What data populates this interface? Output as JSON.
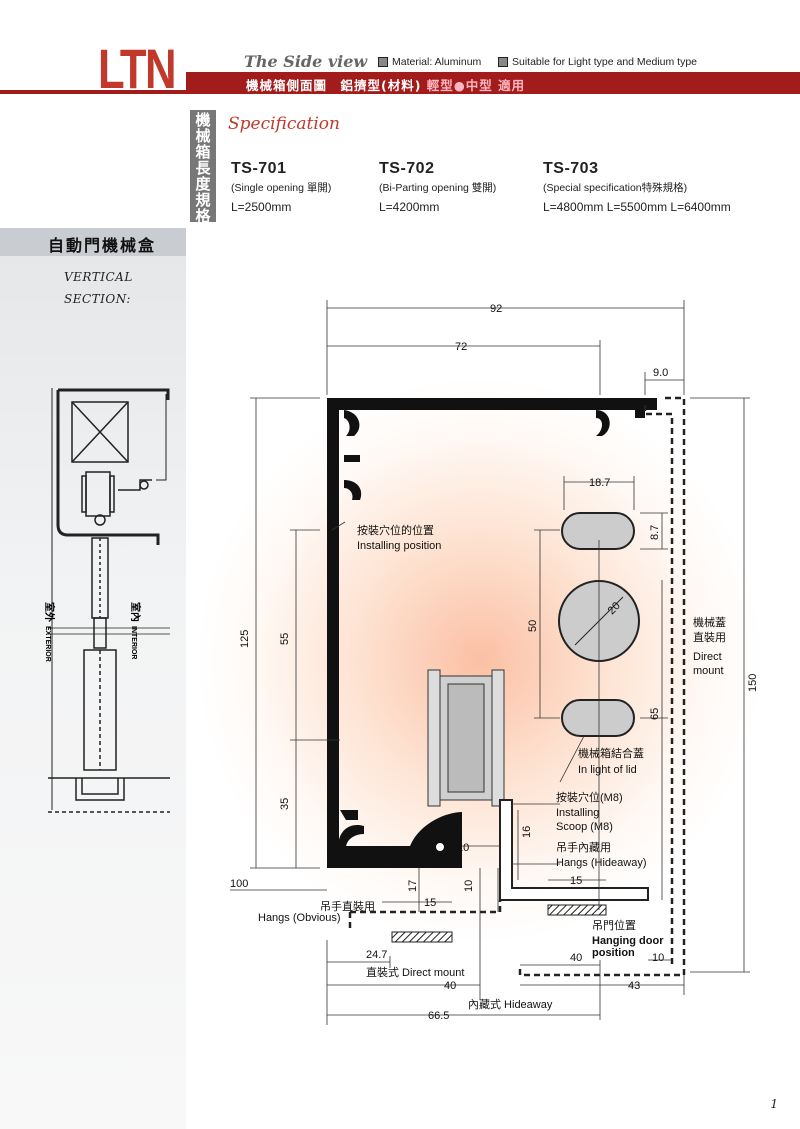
{
  "header": {
    "logo": "LTN",
    "side_view": "The Side view",
    "material": "Material: Aluminum",
    "suitable": "Suitable for Light type and Medium type",
    "bar_text_1": "機械箱側面圖　鋁擠型(材料)",
    "bar_text_2": "輕型",
    "bar_text_3": "中型",
    "bar_text_4": "適用"
  },
  "spec": {
    "vertical_label": [
      "機",
      "械",
      "箱",
      "長",
      "度",
      "規",
      "格"
    ],
    "title": "Specification",
    "models": [
      {
        "code": "TS-701",
        "desc": "(Single opening 單開)",
        "length": " L=2500mm"
      },
      {
        "code": "TS-702",
        "desc": "(Bi-Parting opening 雙開)",
        "length": "L=4200mm"
      },
      {
        "code": "TS-703",
        "desc": "(Special specification特殊規格)",
        "length": "L=4800mm  L=5500mm  L=6400mm"
      }
    ]
  },
  "left": {
    "band_title": "自動門機械盒",
    "section_line1": "VERTICAL",
    "section_line2": "SECTION:",
    "exterior_cn": "室外",
    "exterior_en": "EXTERIOR",
    "interior_cn": "室內",
    "interior_en": "INTERIOR"
  },
  "drawing": {
    "dims": {
      "d92": "92",
      "d72": "72",
      "d9": "9.0",
      "d18_7": "18.7",
      "d8_7": "8.7",
      "d20": "20",
      "d50": "50",
      "d65": "65",
      "d125": "125",
      "d55": "55",
      "d35": "35",
      "d150": "150",
      "d16": "16",
      "d10a": "10",
      "d100": "100",
      "d17": "17",
      "d10b": "10",
      "d15a": "15",
      "d15b": "15",
      "d24_7": "24.7",
      "d40a": "40",
      "d40b": "40",
      "d10c": "10",
      "d43": "43",
      "d66_5": "66.5"
    },
    "labels": {
      "install_pos_cn": "按裝穴位的位置",
      "install_pos_en": "Installing position",
      "mech_lid_cn1": "機械蓋",
      "mech_lid_cn2": "直裝用",
      "direct": "Direct",
      "mount": "mount",
      "lid_join_cn": "機械箱結合蓋",
      "lid_join_en": "In light of lid",
      "scoop_cn": "按裝穴位(M8)",
      "scoop_en1": "Installing",
      "scoop_en2": "Scoop (M8)",
      "hangs_hide_cn": "吊手內藏用",
      "hangs_hide_en": "Hangs (Hideaway)",
      "hangs_obv_cn": "吊手直裝用",
      "hangs_obv_en": "Hangs (Obvious)",
      "hanging_door_cn": "吊門位置",
      "hanging_door_en1": "Hanging door",
      "hanging_door_en2": "position",
      "direct_mount_cn": "直裝式 Direct mount",
      "hideaway_cn": "內藏式 Hideaway"
    }
  },
  "page_number": "1"
}
